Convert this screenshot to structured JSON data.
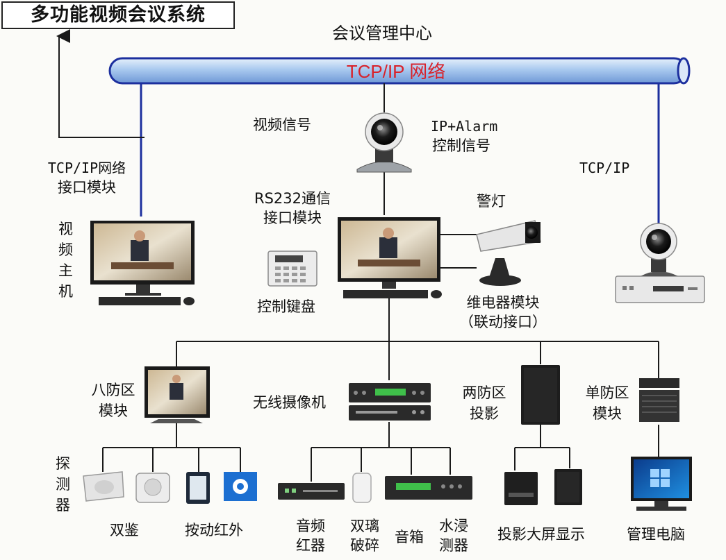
{
  "title": "多功能视频会议系统",
  "center": "会议管理中心",
  "network": "TCP/IP 网络",
  "labels": {
    "video_signal": "视频信号",
    "ip_alarm_1": "IP+Alarm",
    "ip_alarm_2": "控制信号",
    "tcpip_module_1": "TCP/IP网络",
    "tcpip_module_2": "接口模块",
    "tcpip_right": "TCP/IP",
    "host_1": "视",
    "host_2": "频",
    "host_3": "主",
    "host_4": "机",
    "rs232_1": "RS232通信",
    "rs232_2": "接口模块",
    "warning_light": "警灯",
    "keypad": "控制键盘",
    "relay_1": "维电器模块",
    "relay_2": "（联动接口）",
    "eight_zone_1": "八防区",
    "eight_zone_2": "模块",
    "wireless_cam": "无线摄像机",
    "two_zone_1": "两防区",
    "two_zone_2": "投影",
    "single_zone_1": "单防区",
    "single_zone_2": "模块",
    "detector_1": "探",
    "detector_2": "测",
    "detector_3": "器",
    "dual_tech": "双鉴",
    "manual_ir": "按动红外",
    "audio_1": "音频",
    "audio_2": "红器",
    "glass_1": "双璃",
    "glass_2": "破碎",
    "speaker": "音箱",
    "water_1": "水浸",
    "water_2": "测器",
    "projection": "投影大屏显示",
    "mgmt_pc": "管理电脑"
  },
  "colors": {
    "pipe_fill": "#a9c9ef",
    "pipe_stroke": "#1c2f9e",
    "network_text": "#d8222a",
    "link_line": "#1c2f9e",
    "wire": "#1a1a1a"
  }
}
